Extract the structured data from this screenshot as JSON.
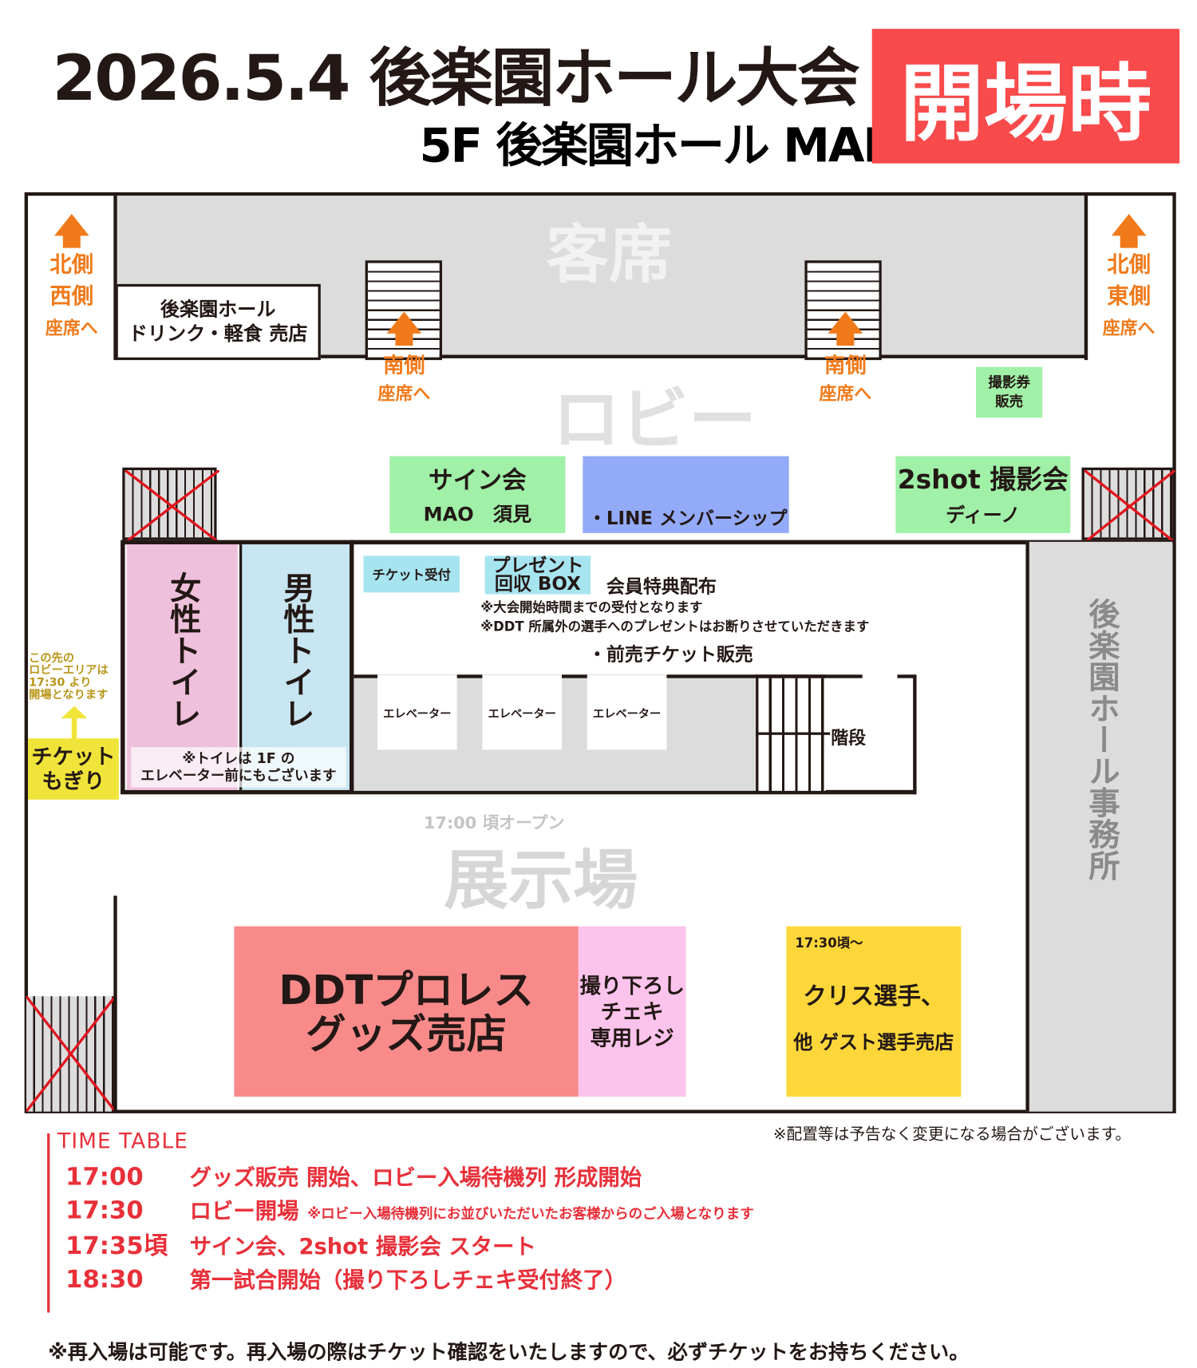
{
  "header": {
    "title": "2026.5.4 後楽園ホール大会",
    "subtitle": "5F 後楽園ホール MAP",
    "badge": "開場時",
    "badge_color": "#f94a4c"
  },
  "map": {
    "seating": "客席",
    "lobby": "ロビー",
    "exhibition": "展示場",
    "exhibition_open": "17:00 頃オープン",
    "north_west": [
      "北側",
      "西側",
      "座席へ"
    ],
    "north_east": [
      "北側",
      "東側",
      "座席へ"
    ],
    "south_left": [
      "南側",
      "座席へ"
    ],
    "south_right": [
      "南側",
      "座席へ"
    ],
    "drink_shop": [
      "後楽園ホール",
      "ドリンク・軽食 売店"
    ],
    "photo_ticket": [
      "撮影券",
      "販売"
    ],
    "sign_event": {
      "title": "サイン会",
      "names": "MAO　須見"
    },
    "line_booth": [
      "・LINE メンバーシップ",
      "　会員特典配布",
      "・前売チケット販売"
    ],
    "twoshot": {
      "title": "2shot 撮影会",
      "name": "ディーノ"
    },
    "women_toilet": "女性トイレ",
    "men_toilet": "男性トイレ",
    "toilet_note": [
      "※トイレは 1F の",
      "エレベーター前にもございます"
    ],
    "ticket_reception": "チケット受付",
    "present_box": [
      "プレゼント",
      "回収 BOX"
    ],
    "present_notes": [
      "※大会開始時間までの受付となります",
      "※DDT 所属外の選手へのプレゼントはお断りさせていただきます"
    ],
    "elevators": [
      "エレベーター",
      "エレベーター",
      "エレベーター"
    ],
    "stairs": "階段",
    "office": "後楽園ホール事務所",
    "lobby_note": [
      "この先の",
      "ロビーエリアは",
      "17:30 より",
      "開場となります"
    ],
    "ticket_check": [
      "チケット",
      "もぎり"
    ],
    "ddt_shop": [
      "DDTプロレス",
      "グッズ売店"
    ],
    "cheki": [
      "撮り下ろし",
      "チェキ",
      "専用レジ"
    ],
    "guest_shop": {
      "time": "17:30頃〜",
      "line1": "クリス選手、",
      "line2": "他 ゲスト選手売店"
    },
    "disclaimer": "※配置等は予告なく変更になる場合がございます。"
  },
  "timetable": {
    "title": "TIME TABLE",
    "rows": [
      {
        "time": "17:00",
        "event": "グッズ販売 開始、ロビー入場待機列 形成開始",
        "note": ""
      },
      {
        "time": "17:30",
        "event": "ロビー開場",
        "note": "※ロビー入場待機列にお並びいただいたお客様からのご入場となります"
      },
      {
        "time": "17:35頃",
        "event": "サイン会、2shot 撮影会 スタート",
        "note": ""
      },
      {
        "time": "18:30",
        "event": "第一試合開始（撮り下ろしチェキ受付終了）",
        "note": ""
      }
    ]
  },
  "footer_note": "※再入場は可能です。再入場の際はチケット確認をいたしますので、必ずチケットをお持ちください。"
}
